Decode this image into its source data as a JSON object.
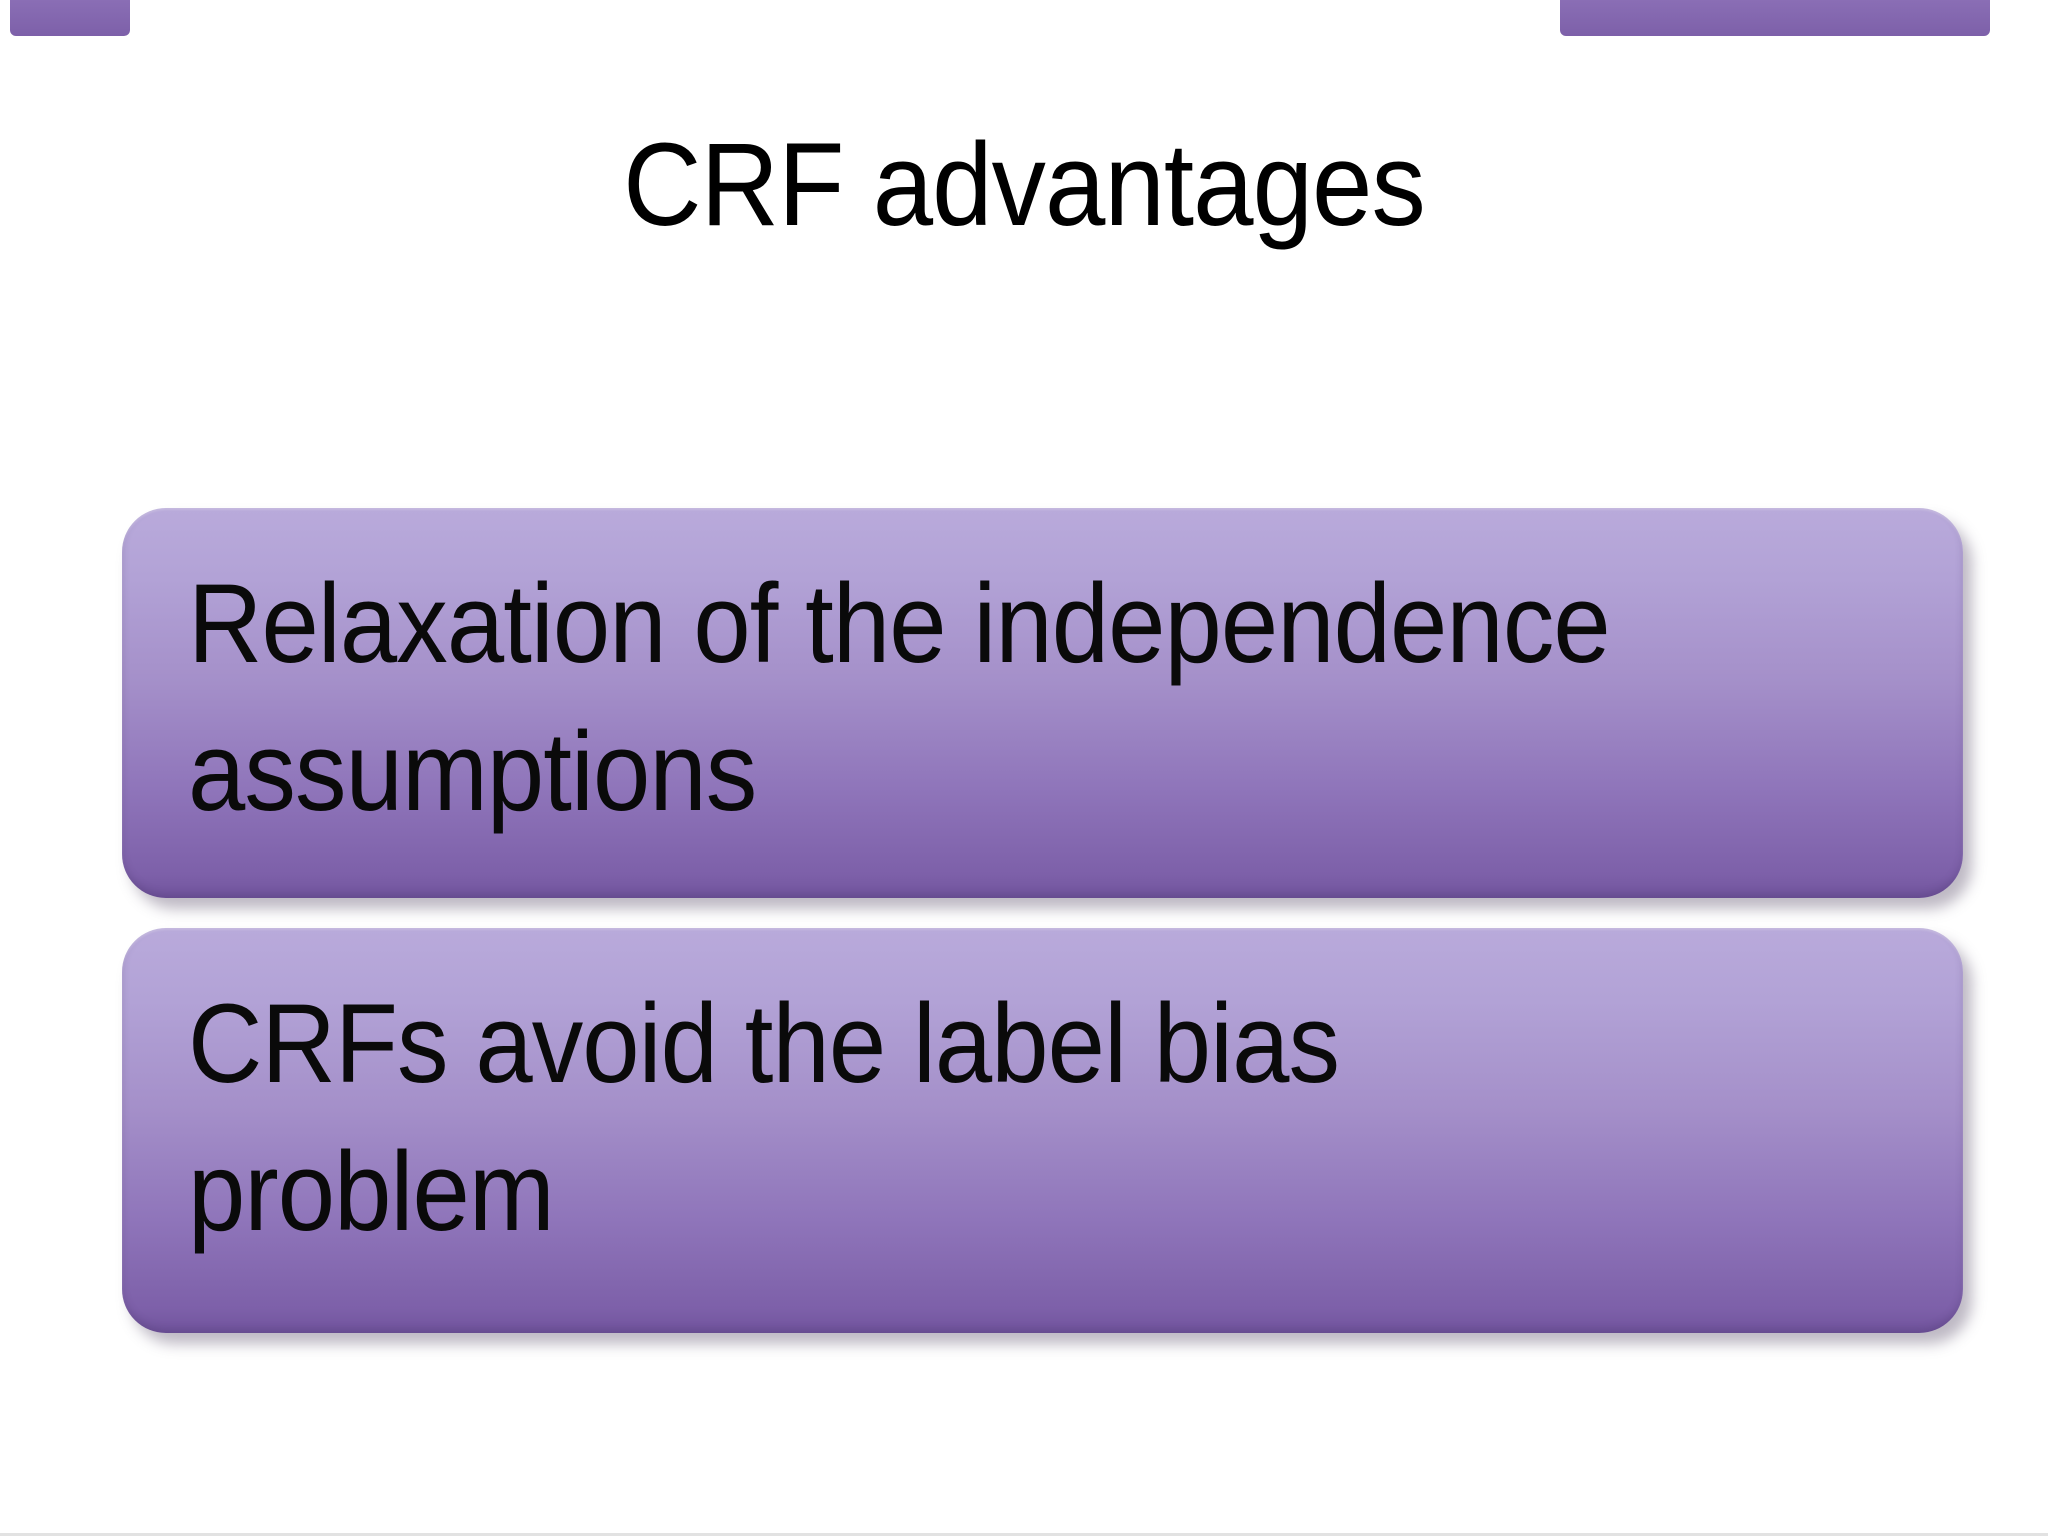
{
  "slide": {
    "title": "CRF advantages",
    "content_boxes": [
      {
        "text": "Relaxation of the independence assumptions",
        "lines": [
          "Relaxation of the independence",
          "assumptions"
        ]
      },
      {
        "text": "CRFs avoid the label bias problem",
        "lines": [
          "CRFs avoid the label bias",
          "problem"
        ]
      }
    ],
    "colors": {
      "background": "#ffffff",
      "title_text": "#000000",
      "box_text": "#0a0a0a",
      "box_gradient_top": "#b9aadb",
      "box_gradient_middle": "#a48fc9",
      "box_gradient_bottom": "#71549d",
      "cropped_bar_purple": "#7d60a9",
      "shadow": "#6e6479"
    }
  }
}
